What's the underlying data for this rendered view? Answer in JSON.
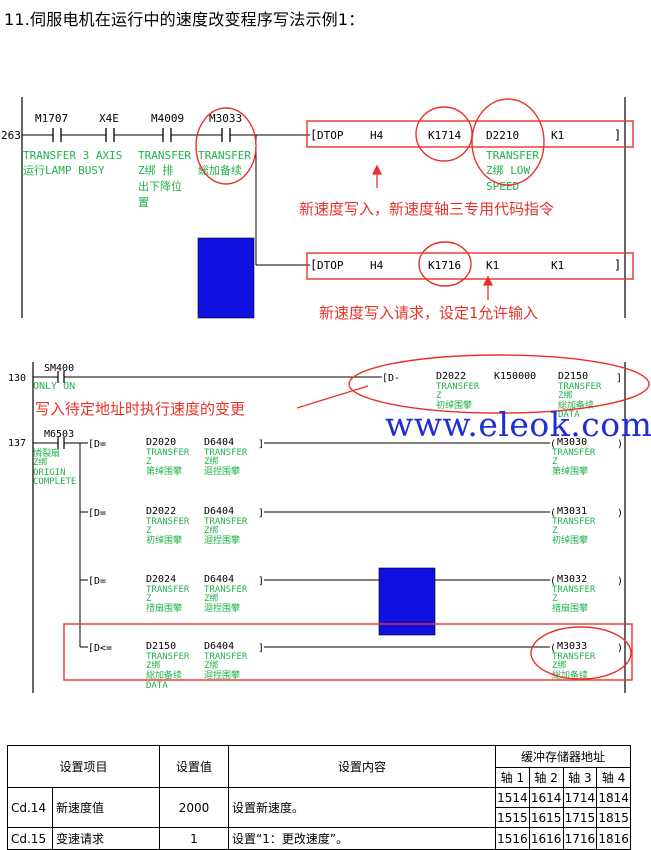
{
  "title": "11.伺服电机在运行中的速度改变程序写法示例1：",
  "ladder1": {
    "step": "263",
    "contacts": [
      {
        "name": "M1707",
        "comment": [
          "TRANSFER 3 AXIS",
          "运行LAMP BUSY"
        ]
      },
      {
        "name": "X4E",
        "comment": []
      },
      {
        "name": "M4009",
        "comment": [
          "TRANSFER",
          "Z绑   排",
          "出下降位",
          "置"
        ]
      },
      {
        "name": "M3033",
        "comment": [
          "TRANSFER",
          "総加备续"
        ]
      }
    ],
    "instr1": {
      "op": "DTOP",
      "args": [
        "H4",
        "K1714",
        "D2210",
        "K1"
      ],
      "comment": [
        "TRANSFER",
        "Z绑 LOW",
        "SPEED"
      ]
    },
    "instr2": {
      "op": "DTOP",
      "args": [
        "H4",
        "K1716",
        "K1",
        "K1"
      ]
    },
    "note1": "新速度写入，新速度轴三专用代码指令",
    "note2": "新速度写入请求，设定1允许输入"
  },
  "ladder2": {
    "row130": {
      "step": "130",
      "contact": "SM400",
      "contact_comment": "ONLY ON",
      "op": "D-",
      "args": [
        "D2022",
        "K150000",
        "D2150"
      ],
      "arg_comments": [
        [
          "TRANSFER",
          "Z",
          "初绰围攀"
        ],
        [],
        [
          "TRANSFER",
          "Z绑",
          "総加备续",
          "DATA"
        ]
      ]
    },
    "note3": "写入待定地址时执行速度的变更",
    "row137": {
      "step": "137",
      "contact": "M6503",
      "contact_comment": [
        "憐裂扇",
        "Z绑",
        "ORIGIN",
        "COMPLETE"
      ],
      "compares": [
        {
          "op": "D=",
          "a": "D2020",
          "b": "D6404",
          "a_c": [
            "TRANSFER",
            "Z",
            "第绰围攀"
          ],
          "b_c": [
            "TRANSFER",
            "Z绑",
            "迴捏围攀"
          ],
          "coil": "M3030",
          "coil_c": [
            "TRANSFER",
            "Z",
            "第绰围攀"
          ]
        },
        {
          "op": "D=",
          "a": "D2022",
          "b": "D6404",
          "a_c": [
            "TRANSFER",
            "Z",
            "初绰围攀"
          ],
          "b_c": [
            "TRANSFER",
            "Z绑",
            "迴捏围攀"
          ],
          "coil": "M3031",
          "coil_c": [
            "TRANSFER",
            "Z",
            "初绰围攀"
          ]
        },
        {
          "op": "D=",
          "a": "D2024",
          "b": "D6404",
          "a_c": [
            "TRANSFER",
            "Z",
            "措扇围攀"
          ],
          "b_c": [
            "TRANSFER",
            "Z绑",
            "迴捏围攀"
          ],
          "coil": "M3032",
          "coil_c": [
            "TRANSFER",
            "Z",
            "措扇围攀"
          ]
        },
        {
          "op": "D<=",
          "a": "D2150",
          "b": "D6404",
          "a_c": [
            "TRANSFER",
            "Z绑",
            "総加备续",
            "DATA"
          ],
          "b_c": [
            "TRANSFER",
            "Z绑",
            "迴捏围攀"
          ],
          "coil": "M3033",
          "coil_c": [
            "TRANSFER",
            "Z绑",
            "総加备续"
          ]
        }
      ]
    }
  },
  "watermark": "www.eleok.com",
  "table": {
    "headers": [
      "设置项目",
      "设置值",
      "设置内容",
      "缓冲存储器地址"
    ],
    "axes": [
      "轴 1",
      "轴 2",
      "轴 3",
      "轴 4"
    ],
    "rows": [
      {
        "code": "Cd.14",
        "item": "新速度值",
        "value": "2000",
        "desc": "设置新速度。",
        "addr": [
          [
            "1514",
            "1614",
            "1714",
            "1814"
          ],
          [
            "1515",
            "1615",
            "1715",
            "1815"
          ]
        ]
      },
      {
        "code": "Cd.15",
        "item": "变速请求",
        "value": "1",
        "desc": "设置“1：更改速度”。",
        "addr": [
          [
            "1516",
            "1616",
            "1716",
            "1816"
          ]
        ]
      }
    ]
  },
  "colors": {
    "comment_green": "#22b14c",
    "annotation_red": "#e8322a",
    "block_blue": "#1010e0",
    "watermark_blue": "#1f2fd6"
  }
}
